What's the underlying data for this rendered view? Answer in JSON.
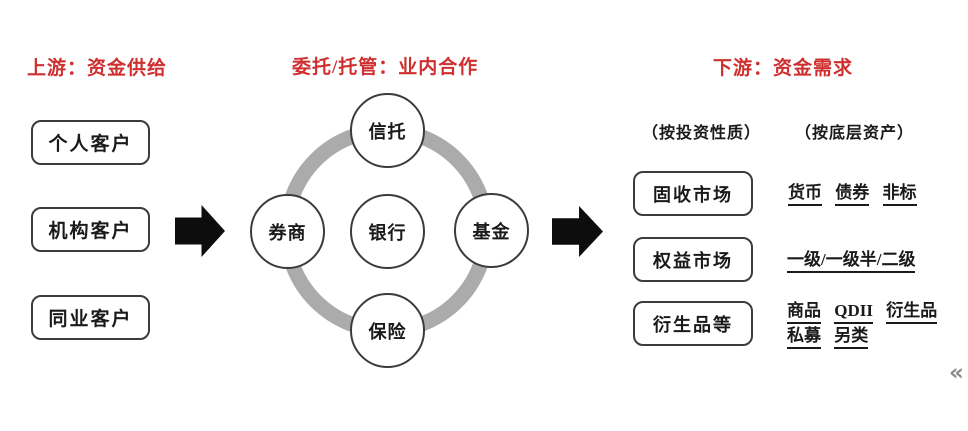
{
  "titles": {
    "upstream": "上游：资金供给",
    "cooperation": "委托/托管：业内合作",
    "downstream": "下游：资金需求"
  },
  "upstream": {
    "clients": [
      "个人客户",
      "机构客户",
      "同业客户"
    ]
  },
  "cooperation_ring": {
    "top": "信托",
    "left": "券商",
    "hub": "银行",
    "right": "基金",
    "bottom": "保险"
  },
  "downstream": {
    "column_headers": [
      "（按投资性质）",
      "（按底层资产）"
    ],
    "rows": [
      {
        "market": "固收市场",
        "asset_lines": [
          [
            "货币",
            "债券",
            "非标"
          ]
        ]
      },
      {
        "market": "权益市场",
        "asset_lines": [
          [
            "一级/一级半/二级"
          ]
        ]
      },
      {
        "market": "衍生品等",
        "asset_lines": [
          [
            "商品",
            "QDII",
            "衍生品"
          ],
          [
            "私募",
            "另类"
          ]
        ]
      }
    ]
  },
  "decorations": {
    "corner_glyph": "«"
  },
  "colors": {
    "title_red": "#cf2f2f",
    "ring_gray": "#ababab",
    "arrow_black": "#0d0d0d",
    "border_dark": "#3c3c3c"
  }
}
